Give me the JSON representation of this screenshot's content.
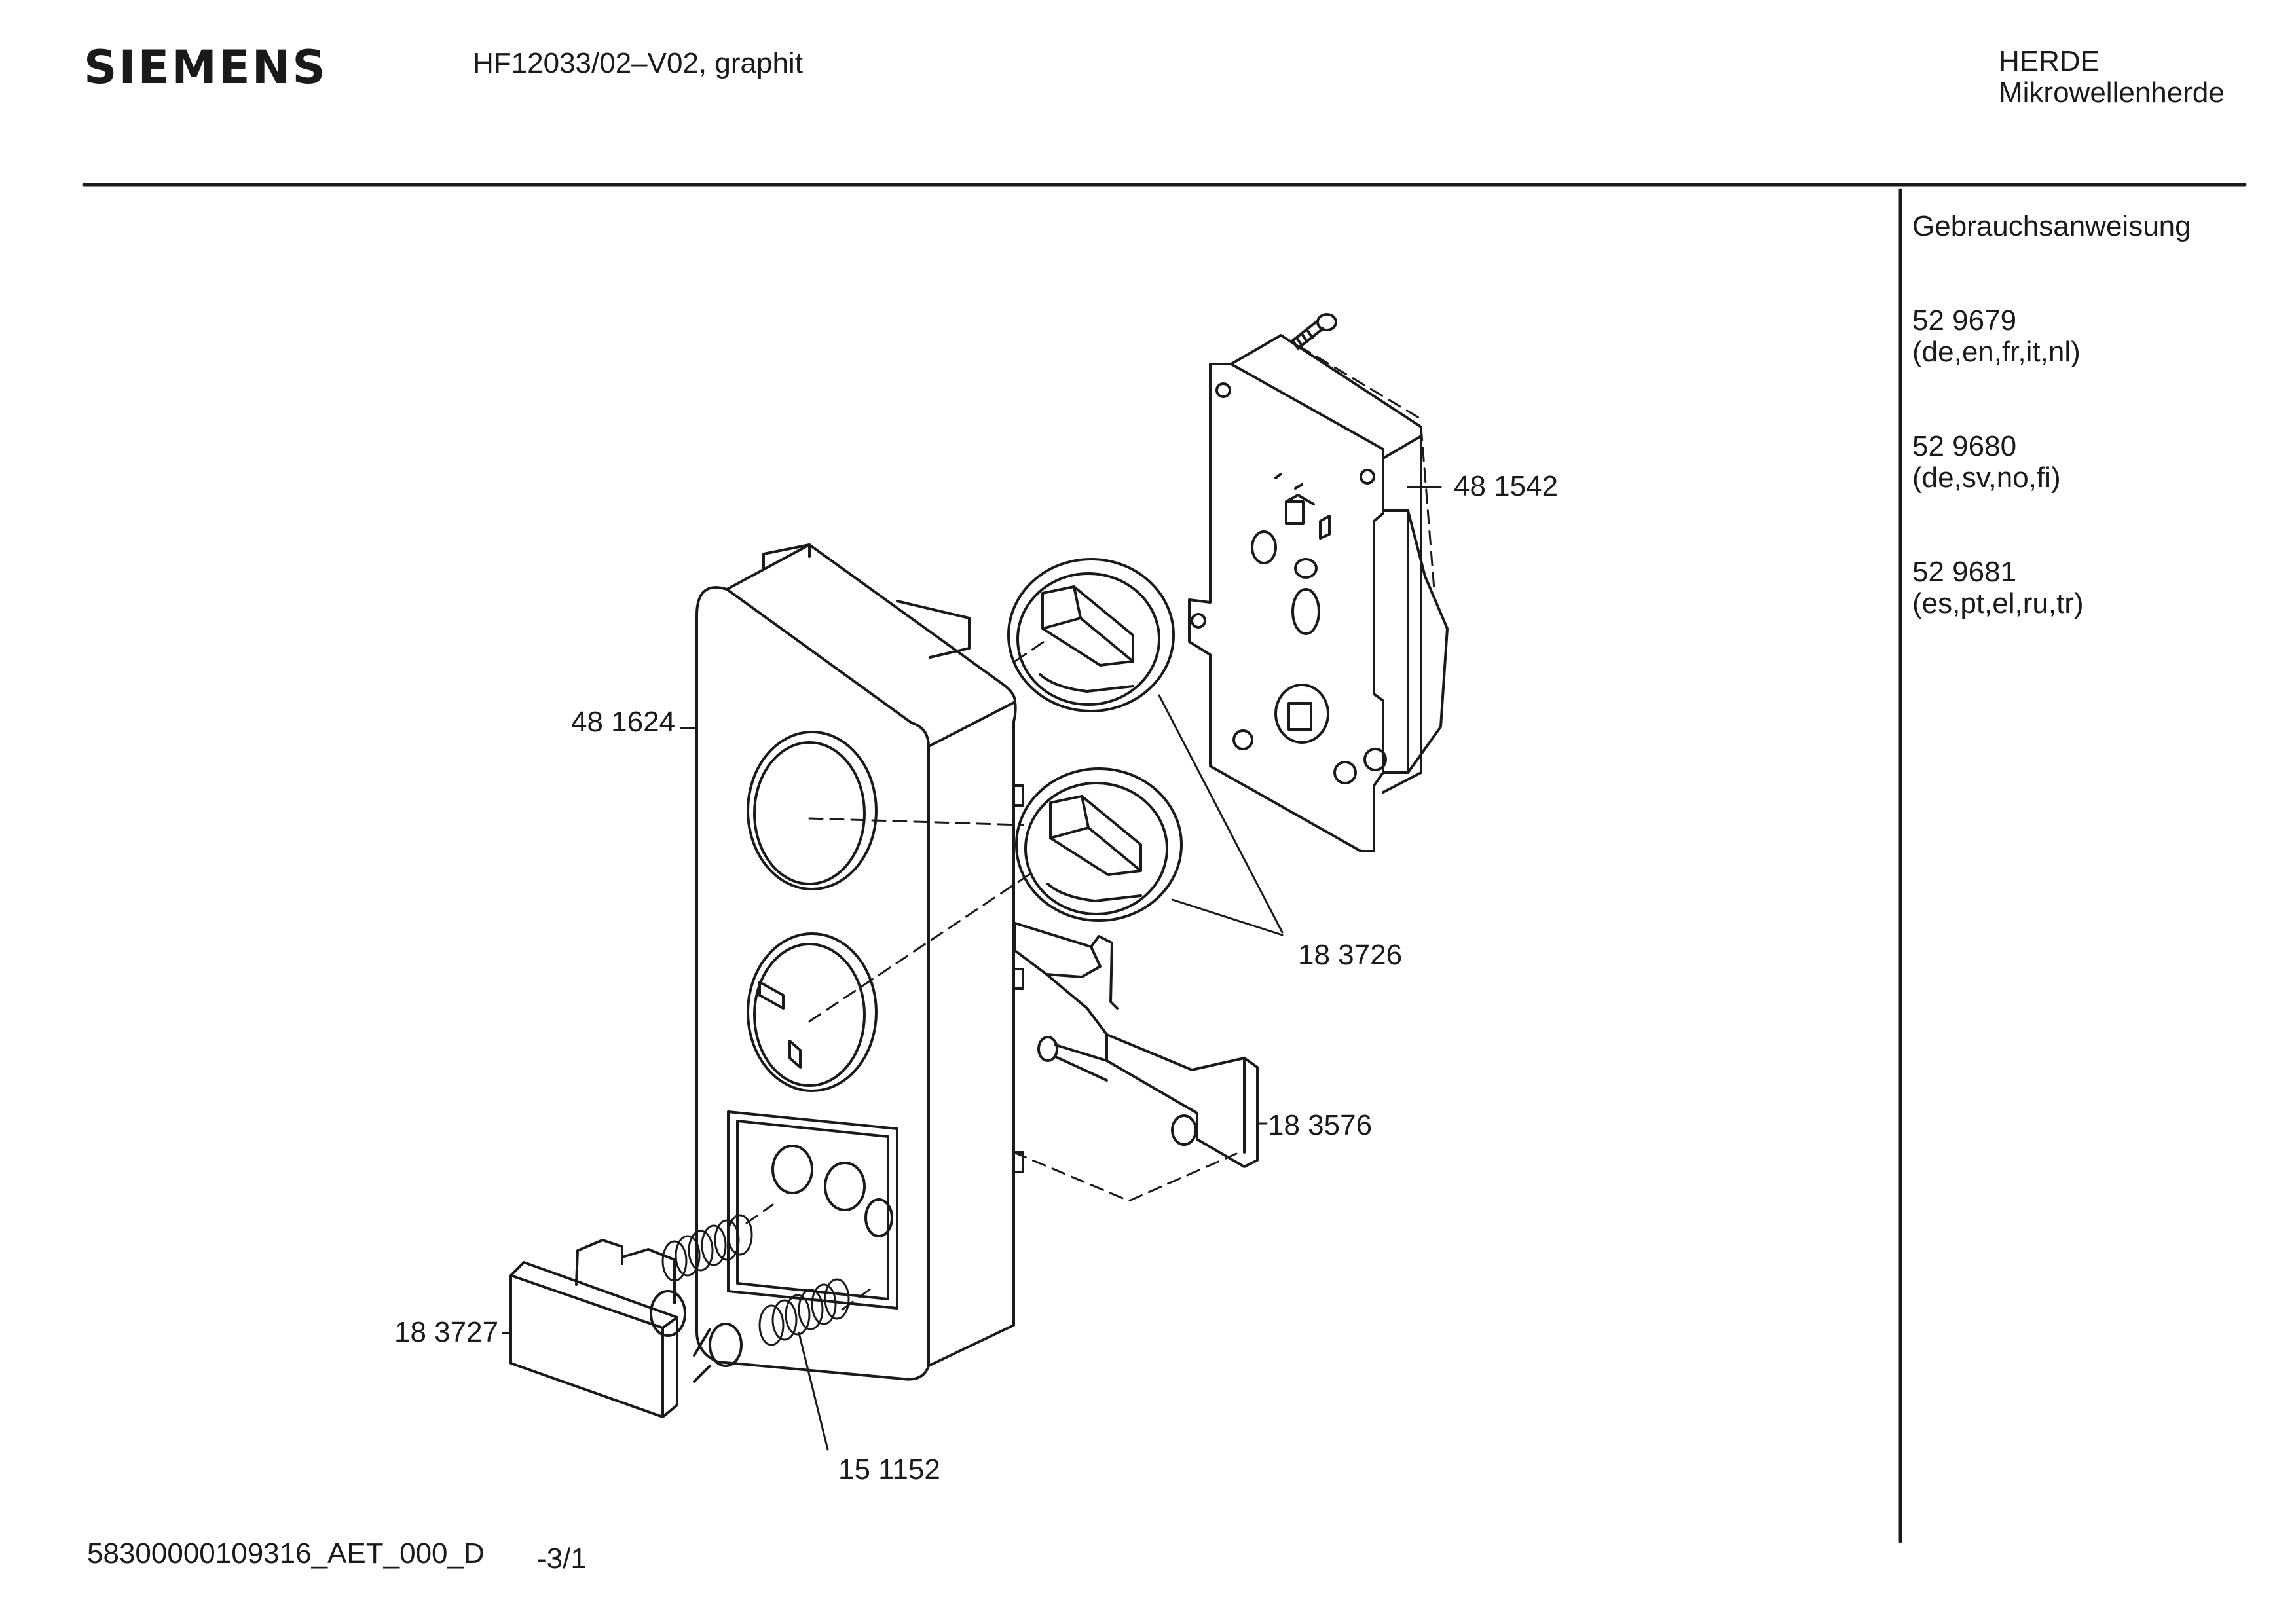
{
  "header": {
    "brand": "SIEMENS",
    "model": "HF12033/02–V02, graphit",
    "category_line1": "HERDE",
    "category_line2": "Mikrowellenherde"
  },
  "sidebar": {
    "title": "Gebrauchsanweisung",
    "documents": [
      {
        "number": "52 9679",
        "languages": "(de,en,fr,it,nl)"
      },
      {
        "number": "52 9680",
        "languages": "(de,sv,no,fi)"
      },
      {
        "number": "52 9681",
        "languages": "(es,pt,el,ru,tr)"
      }
    ]
  },
  "parts": {
    "p481542": "48 1542",
    "p481624": "48 1624",
    "p183726": "18 3726",
    "p183576": "18 3576",
    "p183727": "18 3727",
    "p151152": "15 1152"
  },
  "footer": {
    "code": "58300000109316_AET_000_D",
    "page": "-3/1"
  },
  "colors": {
    "line": "#1a1a1a",
    "background": "#ffffff"
  }
}
